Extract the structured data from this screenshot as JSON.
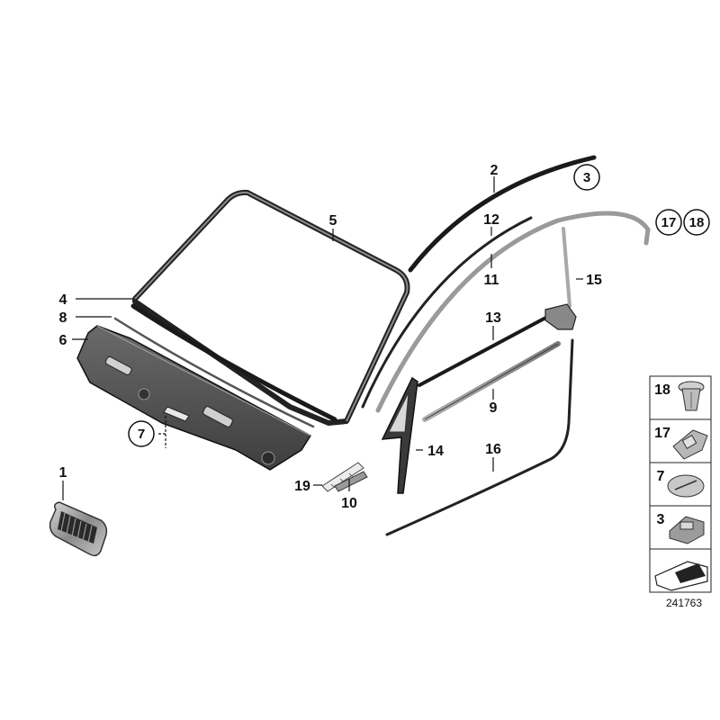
{
  "diagram_id": "241763",
  "callouts": {
    "p1": "1",
    "p2": "2",
    "p3": "3",
    "p4": "4",
    "p5": "5",
    "p6": "6",
    "p7": "7",
    "p8": "8",
    "p9": "9",
    "p10": "10",
    "p11": "11",
    "p12": "12",
    "p13": "13",
    "p14": "14",
    "p15": "15",
    "p16": "16",
    "p17": "17",
    "p18": "18",
    "p19": "19"
  },
  "legend": {
    "items": [
      {
        "label": "18",
        "icon": "push-clip-icon"
      },
      {
        "label": "17",
        "icon": "bracket-clip-icon"
      },
      {
        "label": "7",
        "icon": "cap-icon"
      },
      {
        "label": "3",
        "icon": "clip-icon"
      },
      {
        "label": "",
        "icon": "wedge-arrow-icon"
      }
    ]
  }
}
